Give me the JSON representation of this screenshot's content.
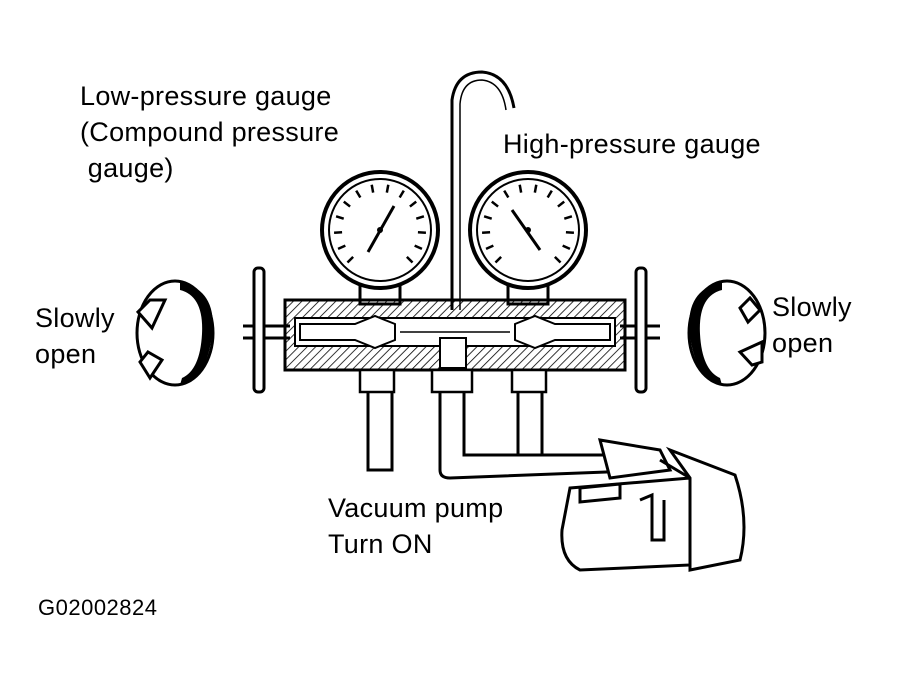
{
  "labels": {
    "low_pressure": [
      "Low-pressure gauge",
      "(Compound pressure",
      " gauge)"
    ],
    "high_pressure": "High-pressure gauge",
    "left_valve": [
      "Slowly",
      "open"
    ],
    "right_valve": [
      "Slowly",
      "open"
    ],
    "vacuum_pump": [
      "Vacuum pump",
      "Turn ON"
    ],
    "figure_code": "G02002824"
  },
  "colors": {
    "ink": "#000000",
    "paper": "#ffffff"
  },
  "icons": [
    "counterclockwise-arrow-icon",
    "clockwise-arrow-icon"
  ]
}
